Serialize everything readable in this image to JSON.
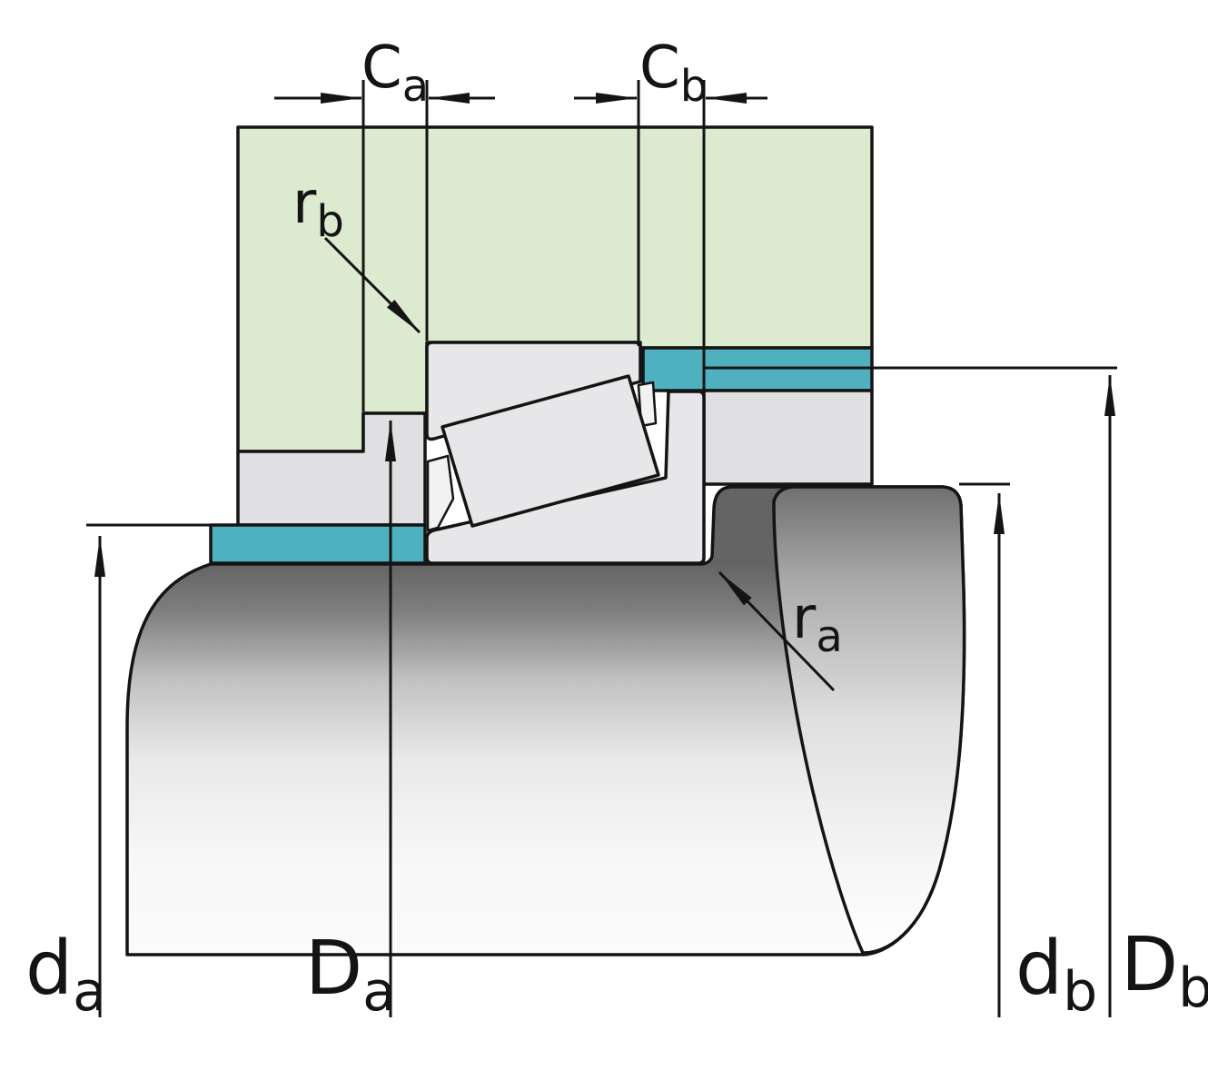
{
  "colors": {
    "housing_green": "#dcead0",
    "sleeve_teal": "#4fb1bf",
    "bearing_gray": "#e7e7e9",
    "spacer_gray": "#e0e0e2",
    "outline": "#141414"
  },
  "labels": {
    "Ca": {
      "sym": "C",
      "sub": "a"
    },
    "Cb": {
      "sym": "C",
      "sub": "b"
    },
    "rb": {
      "sym": "r",
      "sub": "b"
    },
    "ra": {
      "sym": "r",
      "sub": "a"
    },
    "da": {
      "sym": "d",
      "sub": "a"
    },
    "Da": {
      "sym": "D",
      "sub": "a"
    },
    "db": {
      "sym": "d",
      "sub": "b"
    },
    "Db": {
      "sym": "D",
      "sub": "b"
    }
  }
}
